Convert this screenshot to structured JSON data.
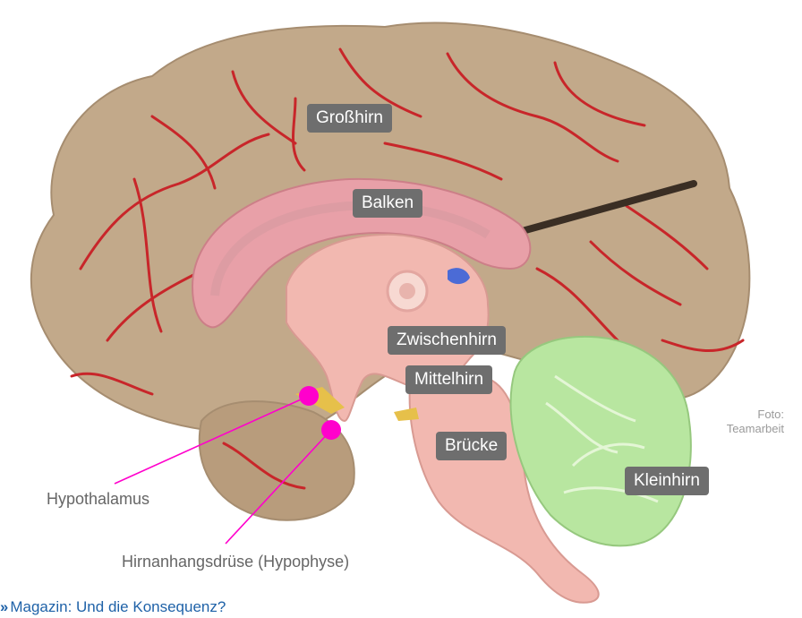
{
  "labels": {
    "grosshirn": "Großhirn",
    "balken": "Balken",
    "zwischenhirn": "Zwischenhirn",
    "mittelhirn": "Mittelhirn",
    "bruecke": "Brücke",
    "kleinhirn": "Kleinhirn",
    "hypothalamus": "Hypothalamus",
    "hypophyse": "Hirnanhangsdrüse (Hypophyse)"
  },
  "credit": {
    "line1": "Foto:",
    "line2": "Teamarbeit"
  },
  "footer": {
    "icon": "double-chevron-right-icon",
    "text": "Magazin: Und die Konsequenz?"
  },
  "colors": {
    "label_bg": "#6e6e6e",
    "marker": "#ff00cc",
    "link": "#1f62a8",
    "cerebrum": "#c2a98a",
    "vessels": "#c8262a",
    "corpus_callosum": "#e8a0a8",
    "brainstem": "#f2b8b0",
    "cerebellum": "#b8e6a0"
  }
}
